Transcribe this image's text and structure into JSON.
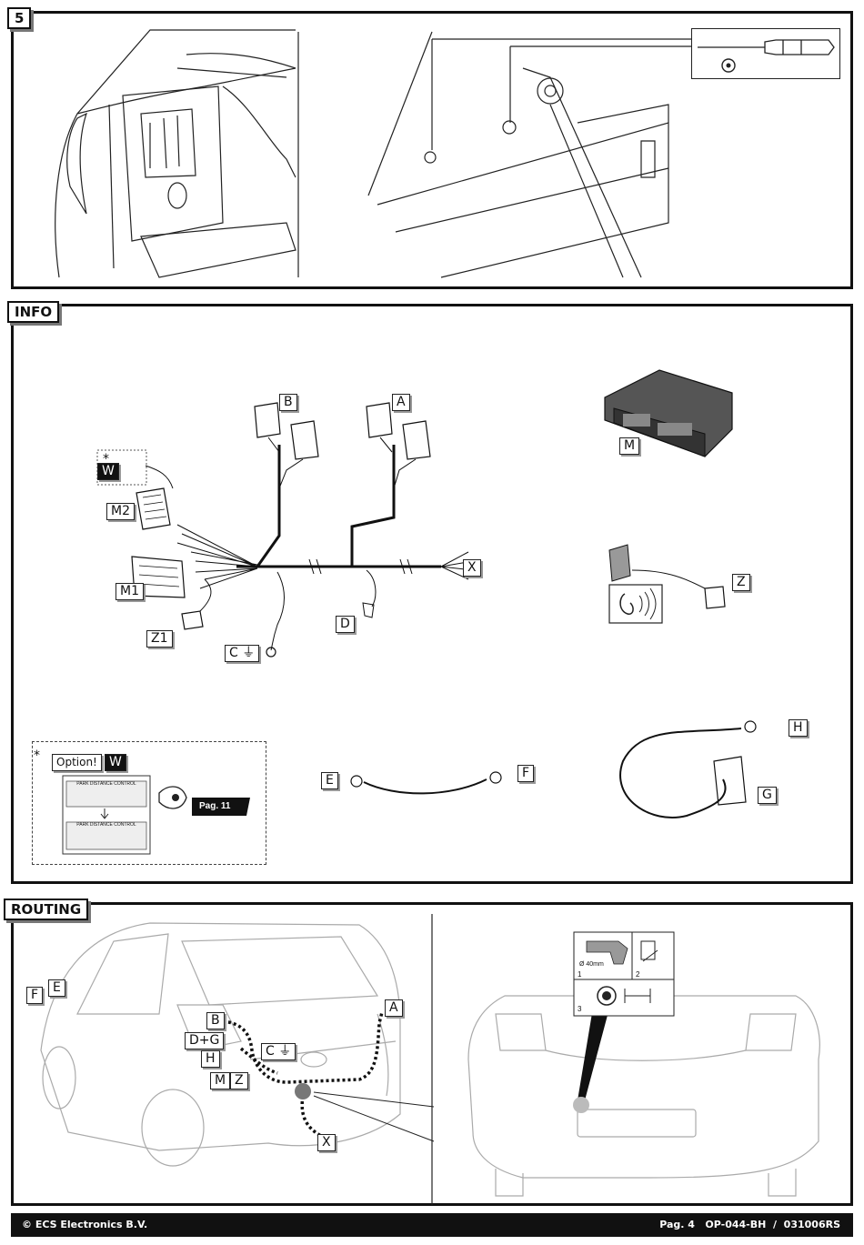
{
  "step": {
    "number": "5"
  },
  "sections": {
    "info": "INFO",
    "routing": "ROUTING"
  },
  "labels": {
    "A": "A",
    "B": "B",
    "C": "C",
    "D": "D",
    "E": "E",
    "F": "F",
    "G": "G",
    "H": "H",
    "M": "M",
    "M1": "M1",
    "M2": "M2",
    "W": "W",
    "X": "X",
    "Z": "Z",
    "Z1": "Z1",
    "DG": "D+G",
    "asterisk": "*"
  },
  "option": {
    "label": "Option!",
    "marker": "W",
    "card_top": "PARK DISTANCE CONTROL",
    "card_bottom": "PARK DISTANCE CONTROL",
    "page_ref": "Pag. 11"
  },
  "drill": {
    "diameter": "Ø 40mm",
    "step1": "1",
    "step2": "2",
    "step3": "3"
  },
  "footer": {
    "copyright": "© ECS Electronics B.V.",
    "page": "Pag. 4   OP-044-BH  /  031006RS"
  },
  "icons": [
    "screwdriver-icon",
    "torx-icon",
    "ground-icon",
    "ear-icon",
    "eye-icon",
    "drill-icon"
  ]
}
